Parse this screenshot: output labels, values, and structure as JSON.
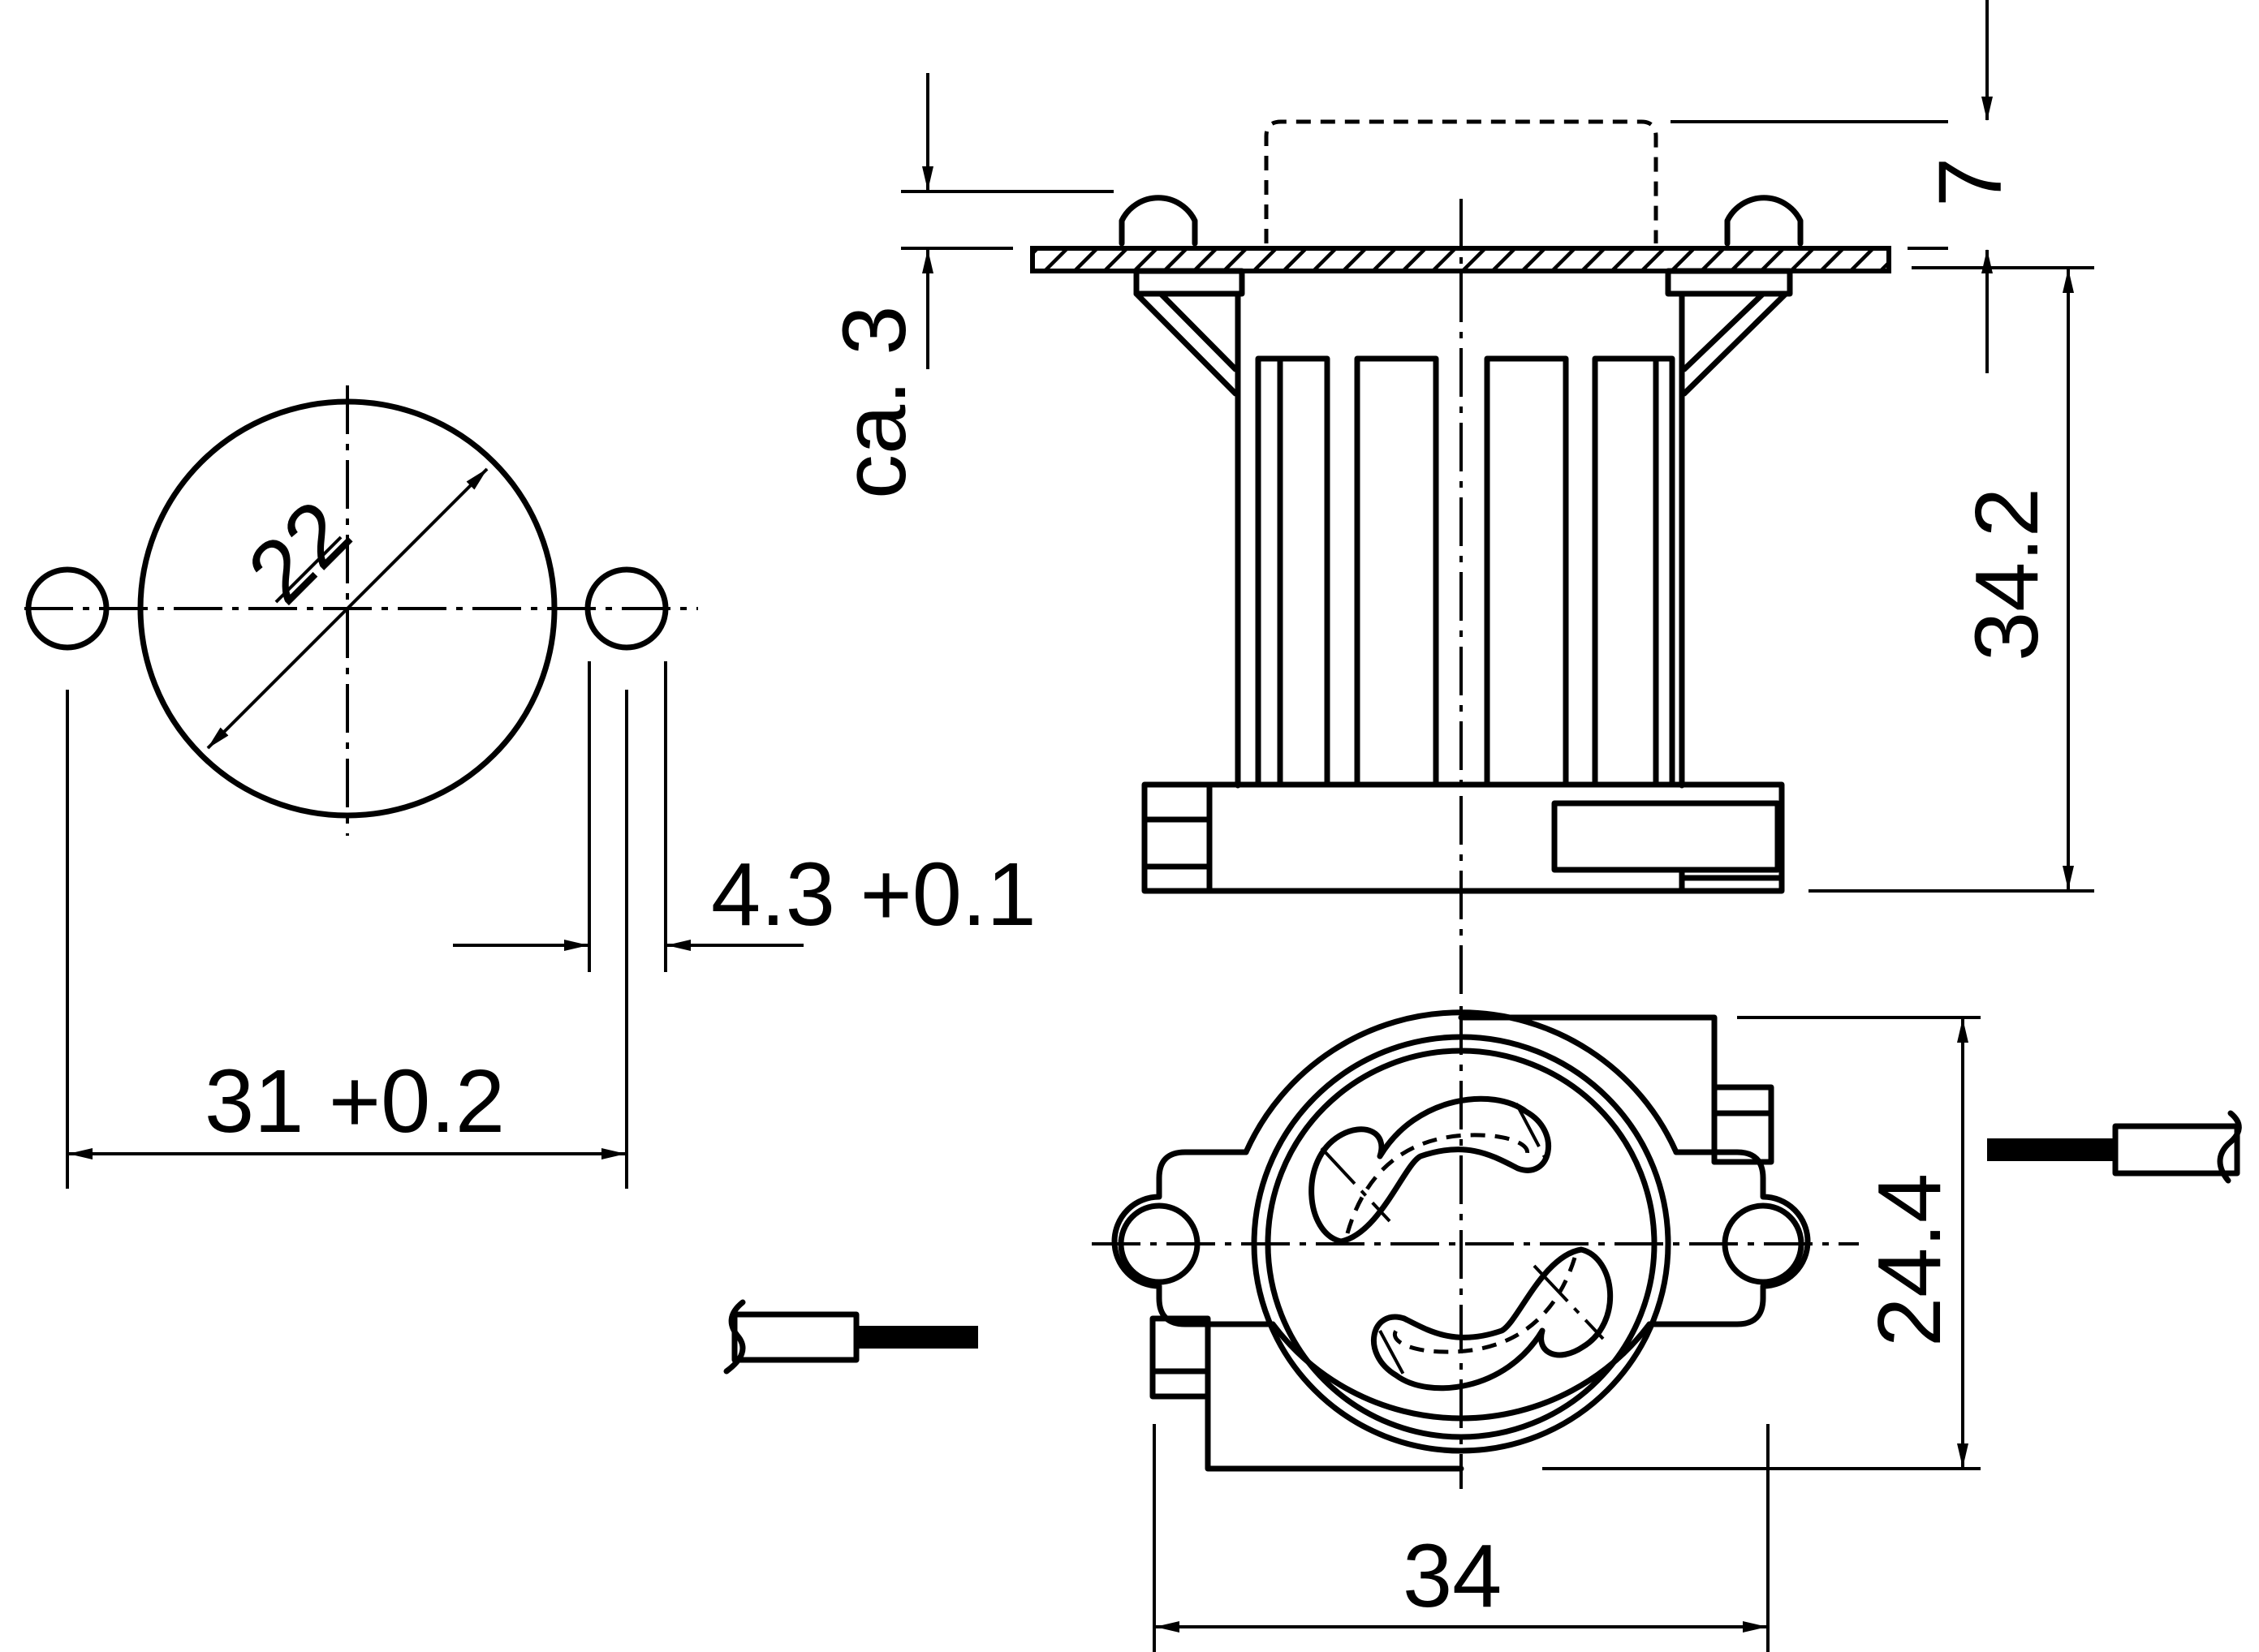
{
  "labels": {
    "hole_diameter": "22",
    "hole_size": "4.3 +0.1",
    "hole_spacing": "31 +0.2",
    "panel_thickness": "ca. 3",
    "top_clearance": "7",
    "body_height": "34.2",
    "body_depth": "24.4",
    "body_width": "34"
  }
}
